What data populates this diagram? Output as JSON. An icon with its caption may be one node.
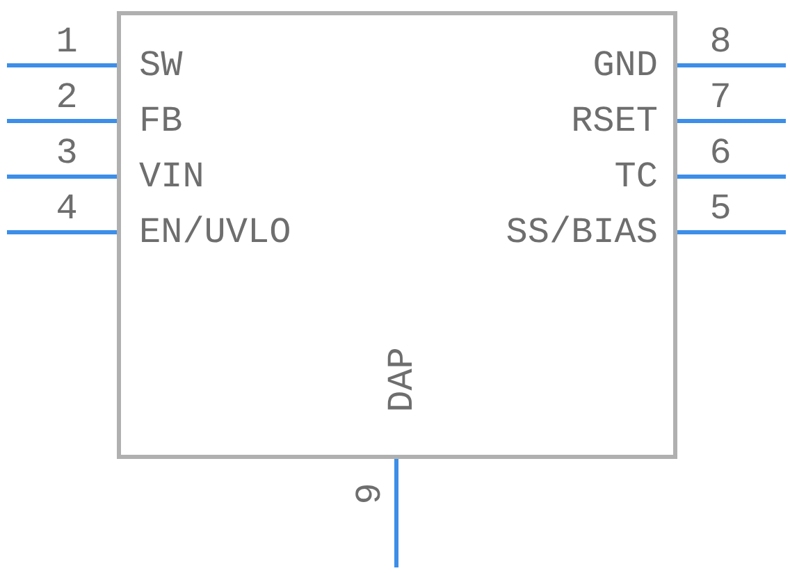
{
  "diagram": {
    "nodes": [
      {
        "text": [
          "SW",
          "GND",
          "FB",
          "RSET",
          "VIN",
          "TC",
          "EN/UVLO",
          "SS/BIAS",
          "DAP"
        ]
      }
    ],
    "labels": [
      "1",
      "8",
      "2",
      "7",
      "3",
      "6",
      "4",
      "5",
      "9"
    ]
  }
}
